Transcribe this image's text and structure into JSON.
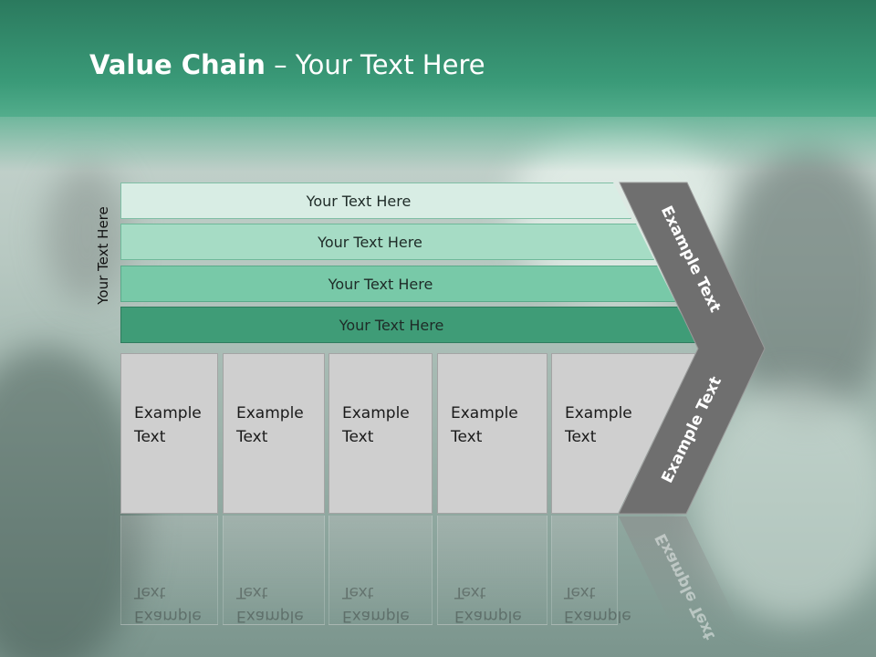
{
  "slide": {
    "title_bold": "Value Chain",
    "title_rest": " – Your Text Here",
    "side_label": "Your Text Here",
    "bands": [
      {
        "label": "Your Text Here",
        "color": "#d8ede4"
      },
      {
        "label": "Your Text Here",
        "color": "#a6dcc5"
      },
      {
        "label": "Your Text Here",
        "color": "#78c9a8"
      },
      {
        "label": "Your Text Here",
        "color": "#3f9c77"
      }
    ],
    "cells": [
      {
        "line1": "Example",
        "line2": "Text"
      },
      {
        "line1": "Example",
        "line2": "Text"
      },
      {
        "line1": "Example",
        "line2": "Text"
      },
      {
        "line1": "Example",
        "line2": "Text"
      },
      {
        "line1": "Example",
        "line2": "Text"
      }
    ],
    "chevron_upper": "Example Text",
    "chevron_lower": "Example Text",
    "colors": {
      "header": "#3a9a78",
      "chevron": "#6f6f6f",
      "cell": "#cfcfcf"
    }
  }
}
